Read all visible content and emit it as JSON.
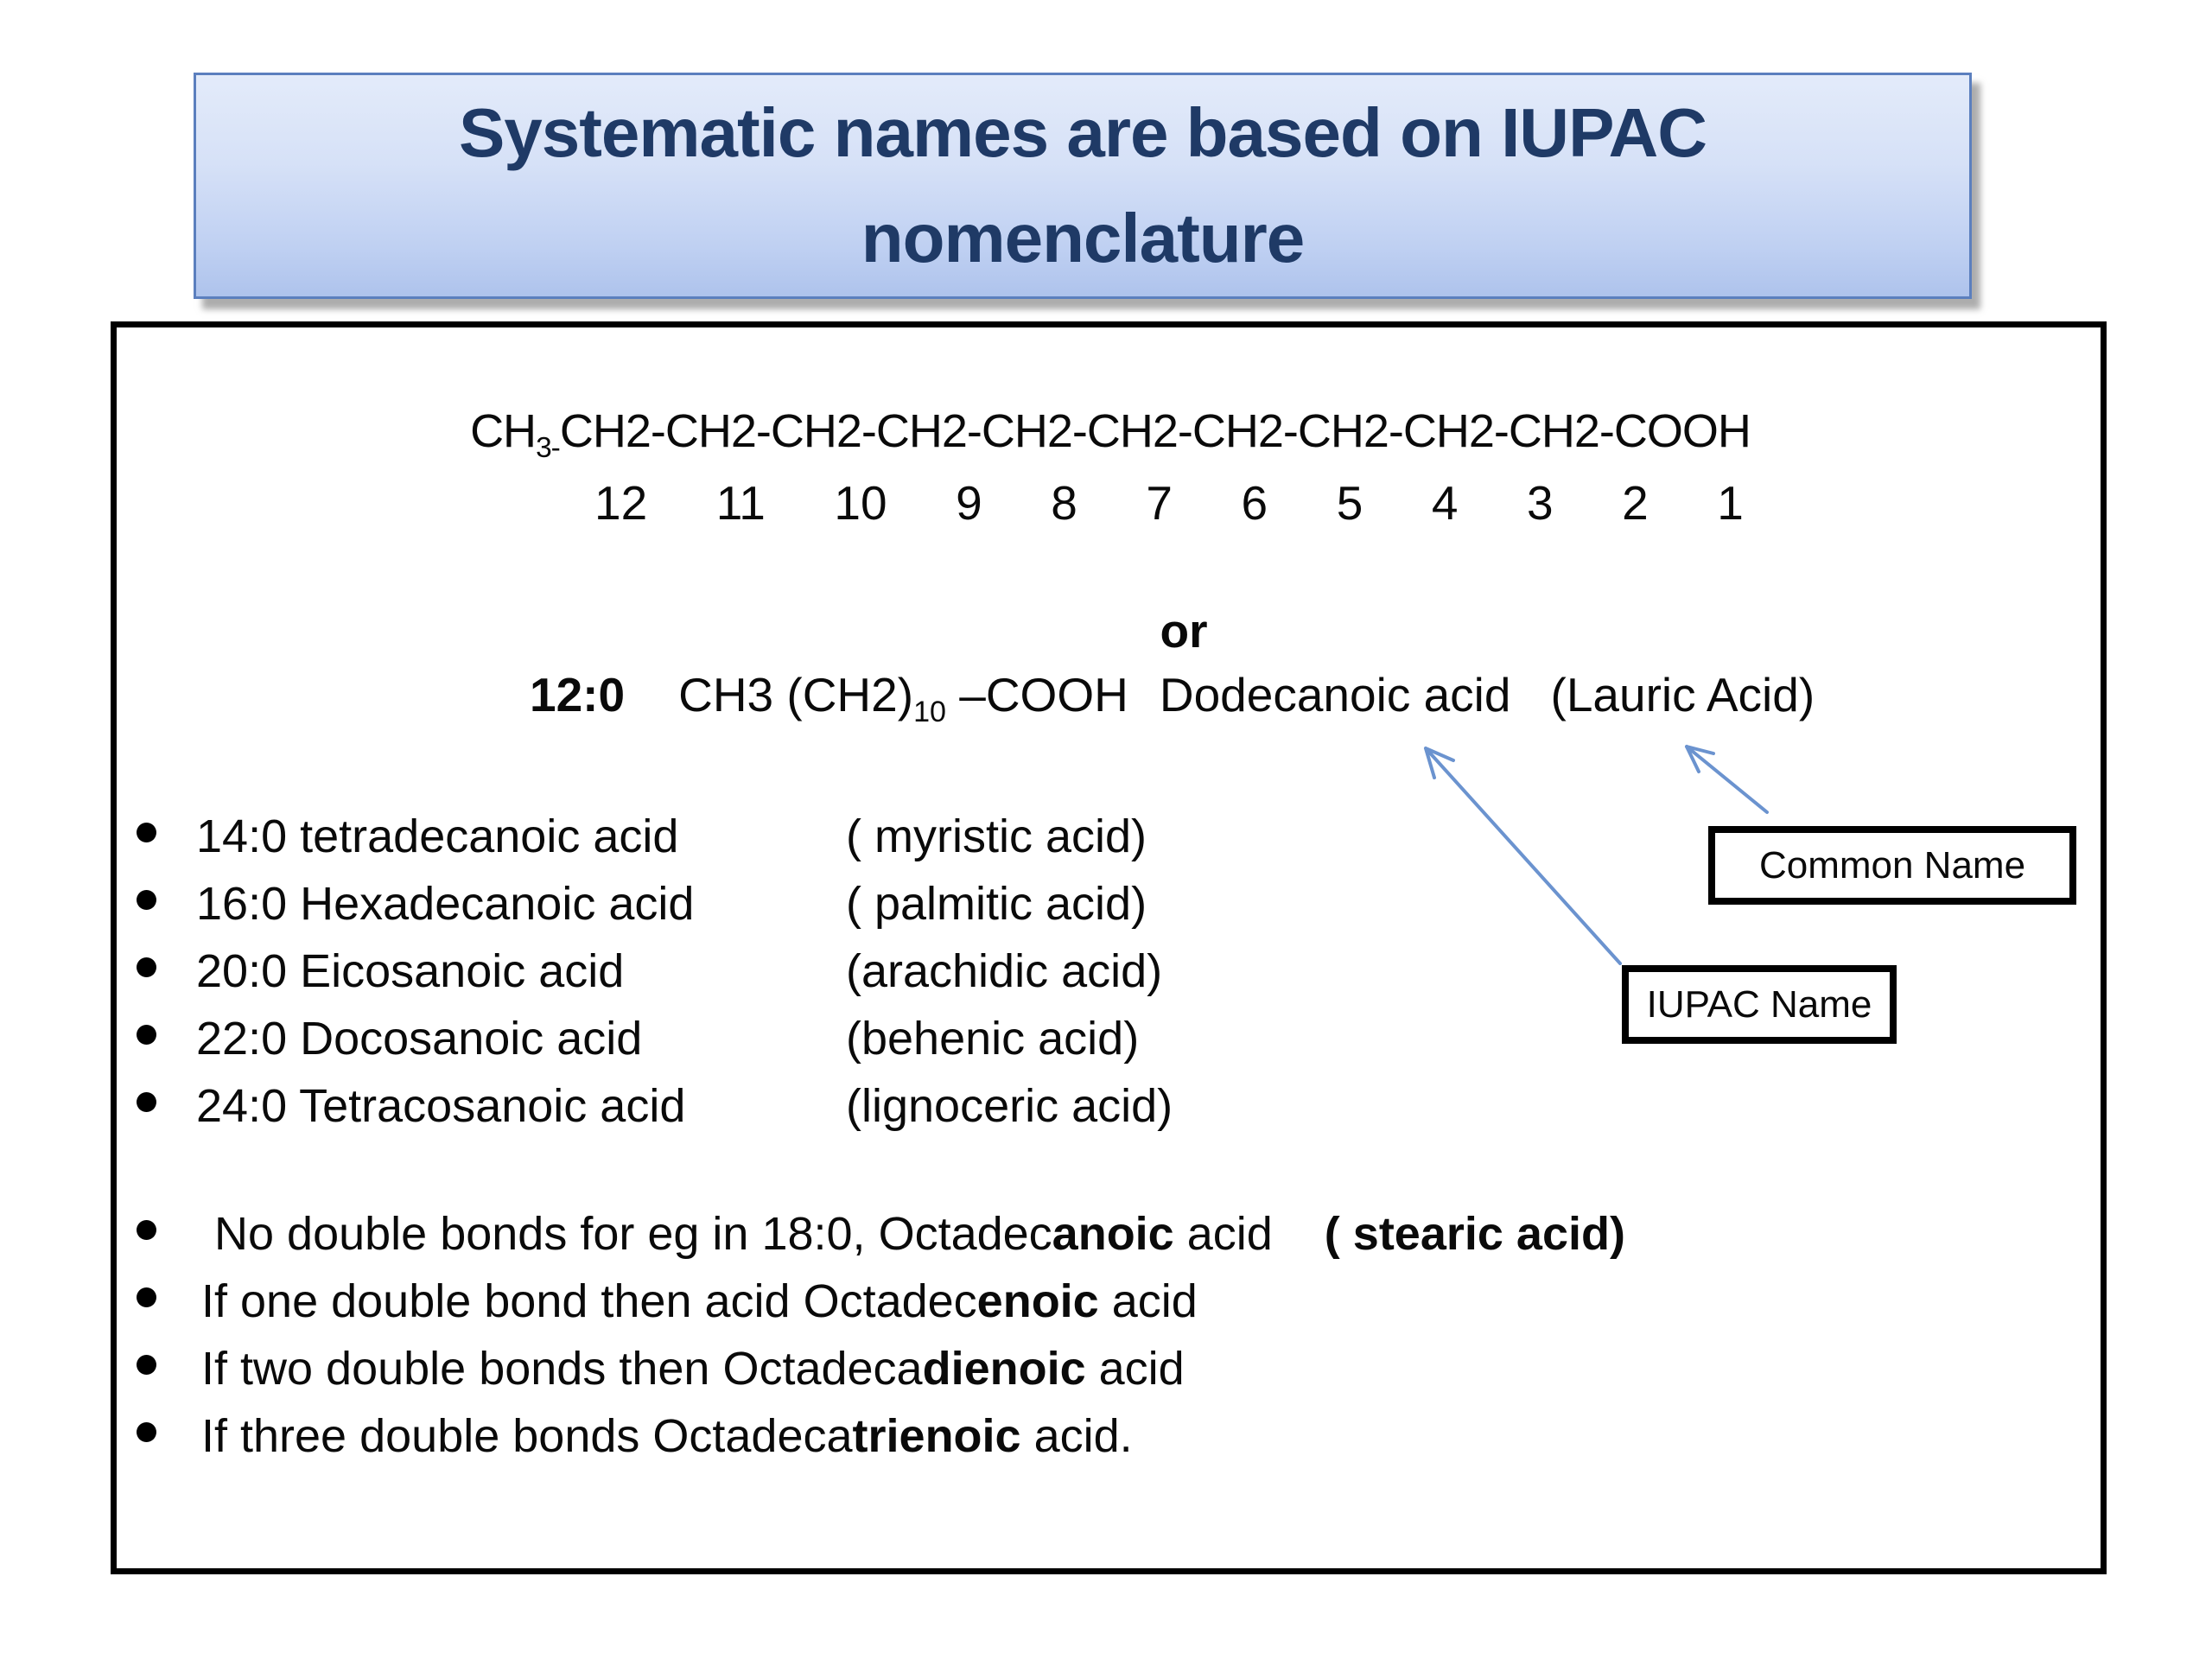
{
  "title": {
    "line1": "Systematic names are based on IUPAC",
    "line2": "nomenclature"
  },
  "formula": {
    "prefix": "CH",
    "subscript": "3-",
    "chain": "CH2-CH2-CH2-CH2-CH2-CH2-CH2-CH2-CH2-CH2-COOH"
  },
  "carbon_numbers": [
    "12",
    "11",
    "10",
    "9",
    "8",
    "7",
    "6",
    "5",
    "4",
    "3",
    "2",
    "1"
  ],
  "or_label": "or",
  "example": {
    "ratio": "12:0",
    "formula_pre": "CH3 (CH2)",
    "formula_sub": "10",
    "formula_post": " –COOH",
    "iupac_name": "Dodecanoic acid",
    "common_name": "(Lauric Acid)"
  },
  "saturated_acids": [
    {
      "name": "14:0 tetradecanoic acid",
      "common": "( myristic acid)"
    },
    {
      "name": "16:0 Hexadecanoic acid",
      "common": "( palmitic acid)"
    },
    {
      "name": "20:0 Eicosanoic acid",
      "common": "(arachidic acid)"
    },
    {
      "name": "22:0 Docosanoic acid",
      "common": "(behenic acid)"
    },
    {
      "name": "24:0 Tetracosanoic acid",
      "common": "(lignoceric acid)"
    }
  ],
  "rules": [
    {
      "segments": [
        {
          "text": " No double bonds for eg in 18:0, Octadec",
          "bold": false
        },
        {
          "text": "anoic",
          "bold": true
        },
        {
          "text": " acid    ",
          "bold": false
        },
        {
          "text": "( stearic acid)",
          "bold": true
        }
      ]
    },
    {
      "segments": [
        {
          "text": "If one double bond then acid Octadec",
          "bold": false
        },
        {
          "text": "enoic",
          "bold": true
        },
        {
          "text": " acid",
          "bold": false
        }
      ]
    },
    {
      "segments": [
        {
          "text": "If two double bonds then Octadeca",
          "bold": false
        },
        {
          "text": "dienoic",
          "bold": true
        },
        {
          "text": " acid",
          "bold": false
        }
      ]
    },
    {
      "segments": [
        {
          "text": "If three double bonds Octadeca",
          "bold": false
        },
        {
          "text": "trienoic",
          "bold": true
        },
        {
          "text": " acid.",
          "bold": false
        }
      ]
    }
  ],
  "callouts": {
    "common_name_label": "Common Name",
    "iupac_name_label": "IUPAC Name"
  },
  "colors": {
    "title_text": "#1f3a66",
    "title_border": "#5b7fbe",
    "title_bg_top": "#e3ebfa",
    "title_bg_bottom": "#aec3ec",
    "arrow": "#6b93cf"
  }
}
